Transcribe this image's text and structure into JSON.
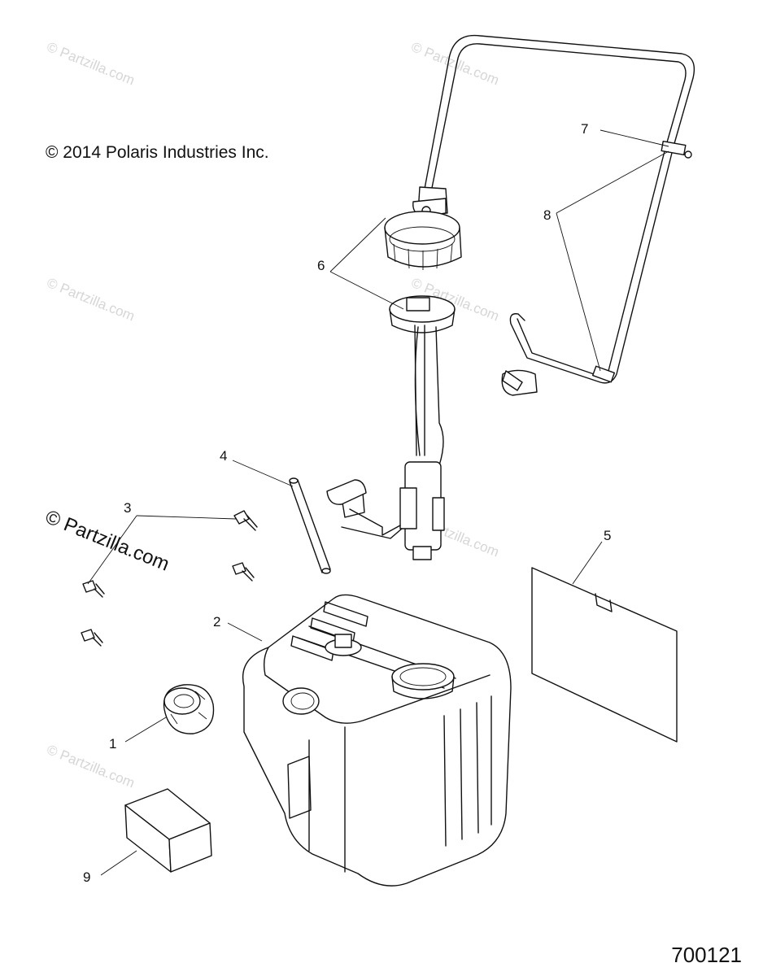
{
  "copyright": "© 2014 Polaris Industries Inc.",
  "drawing_number": "700121",
  "watermark_large": "© Partzilla.com",
  "watermark_small": "© Partzilla.com",
  "callouts": {
    "c1": "1",
    "c2": "2",
    "c3": "3",
    "c4": "4",
    "c5": "5",
    "c6": "6",
    "c7": "7",
    "c8": "8",
    "c9": "9"
  }
}
